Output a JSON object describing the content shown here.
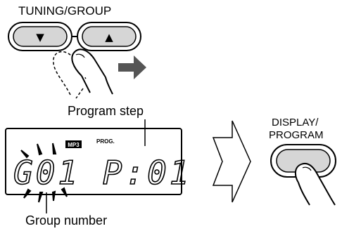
{
  "tuning": {
    "label": "TUNING/GROUP",
    "down_symbol": "▼",
    "up_symbol": "▲"
  },
  "display": {
    "program_step_label": "Program step",
    "prog_indicator": "PROG.",
    "mp3_indicator": "MP3",
    "readout": "G01 P:01",
    "group_number_label": "Group number"
  },
  "display_program": {
    "label_line1": "DISPLAY/",
    "label_line2": "PROGRAM"
  },
  "colors": {
    "button_fill": "#d6d6d6",
    "arrow_fill": "#555555",
    "line": "#000000"
  }
}
